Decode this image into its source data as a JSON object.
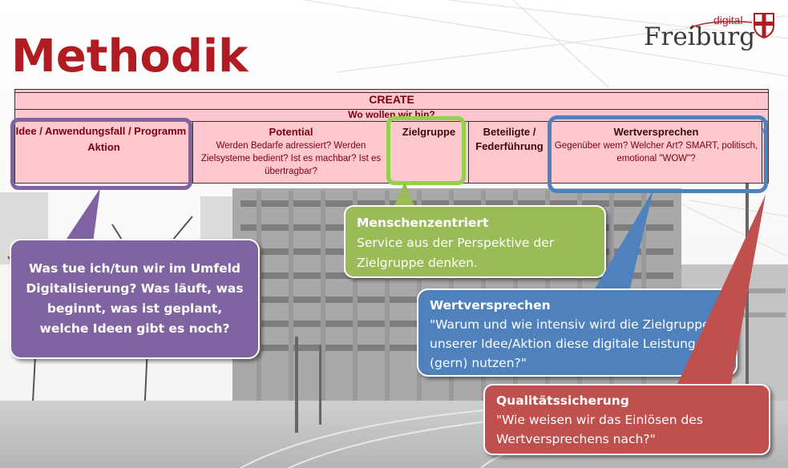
{
  "slide": {
    "title": "Methodik",
    "logo": {
      "word": "Freiburg",
      "small": "digital"
    }
  },
  "table": {
    "header": "CREATE",
    "subheader": "Wo wollen wir hin?",
    "columns": [
      {
        "title": "Idee / Anwendungsfall / Programm / Aktion",
        "desc": ""
      },
      {
        "title": "Potential",
        "desc": "Werden Bedarfe adressiert? Werden Zielsysteme bedient? Ist es machbar? Ist es übertragbar?"
      },
      {
        "title": "Zielgruppe",
        "desc": ""
      },
      {
        "title": "Beteiligte / Federführung",
        "desc": ""
      },
      {
        "title": "Wertversprechen",
        "desc": "Gegenüber wem? Welcher Art? SMART, politisch, emotional \"WOW\"?"
      },
      {
        "title": "W",
        "desc": ""
      }
    ]
  },
  "callouts": {
    "purple": {
      "text": "Was tue ich/tun wir im Umfeld Digitalisierung? Was läuft, was beginnt, was ist geplant, welche Ideen gibt es noch?"
    },
    "green": {
      "heading": "Menschenzentriert",
      "text": "Service aus der Perspektive der Zielgruppe denken."
    },
    "blue": {
      "heading": "Wertversprechen",
      "text": "\"Warum und wie intensiv wird die Zielgruppe unserer Idee/Aktion  diese digitale Leistung (gern) nutzen?\""
    },
    "red": {
      "heading": "Qualitätssicherung",
      "text": "\"Wie weisen wir das Einlösen des Wertversprechens nach?\""
    }
  },
  "colors": {
    "title": "#b01c22",
    "table_fill": "#ffc8cf",
    "purple": "#8064a2",
    "green": "#9bbb59",
    "blue": "#4f81bd",
    "red": "#c0504d"
  }
}
